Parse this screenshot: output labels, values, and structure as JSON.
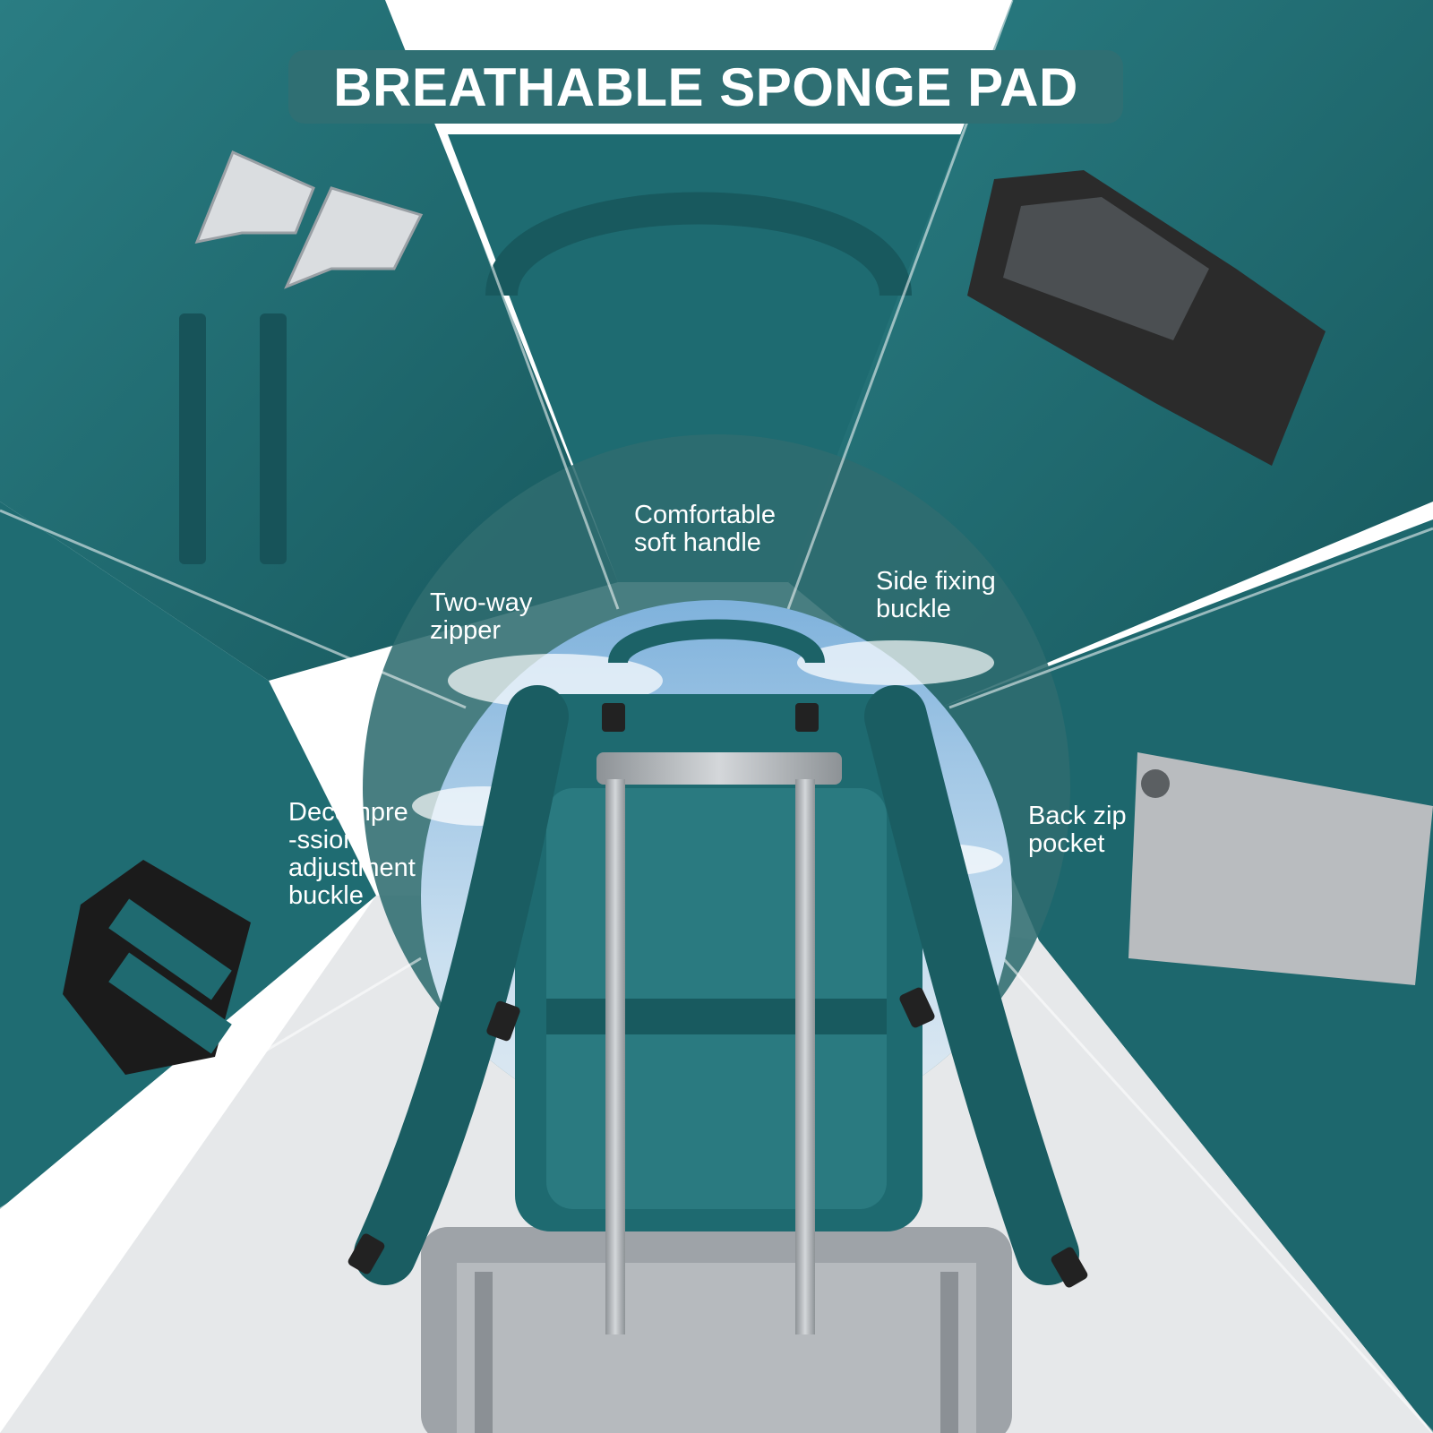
{
  "title": "BREATHABLE SPONGE PAD",
  "features": {
    "handle": "Comfortable\nsoft handle",
    "zipper": "Two-way\nzipper",
    "side_buckle": "Side fixing\nbuckle",
    "decompression": "Decompre\n-ssion\nadjustment\nbuckle",
    "back_pocket": "Back zip\npocket"
  },
  "colors": {
    "teal": "#1f6e74",
    "teal_dark": "#15565b",
    "circle_overlay": "#2f6c70",
    "metal": "#b8bcc0",
    "buckle": "#2b2b2b"
  }
}
